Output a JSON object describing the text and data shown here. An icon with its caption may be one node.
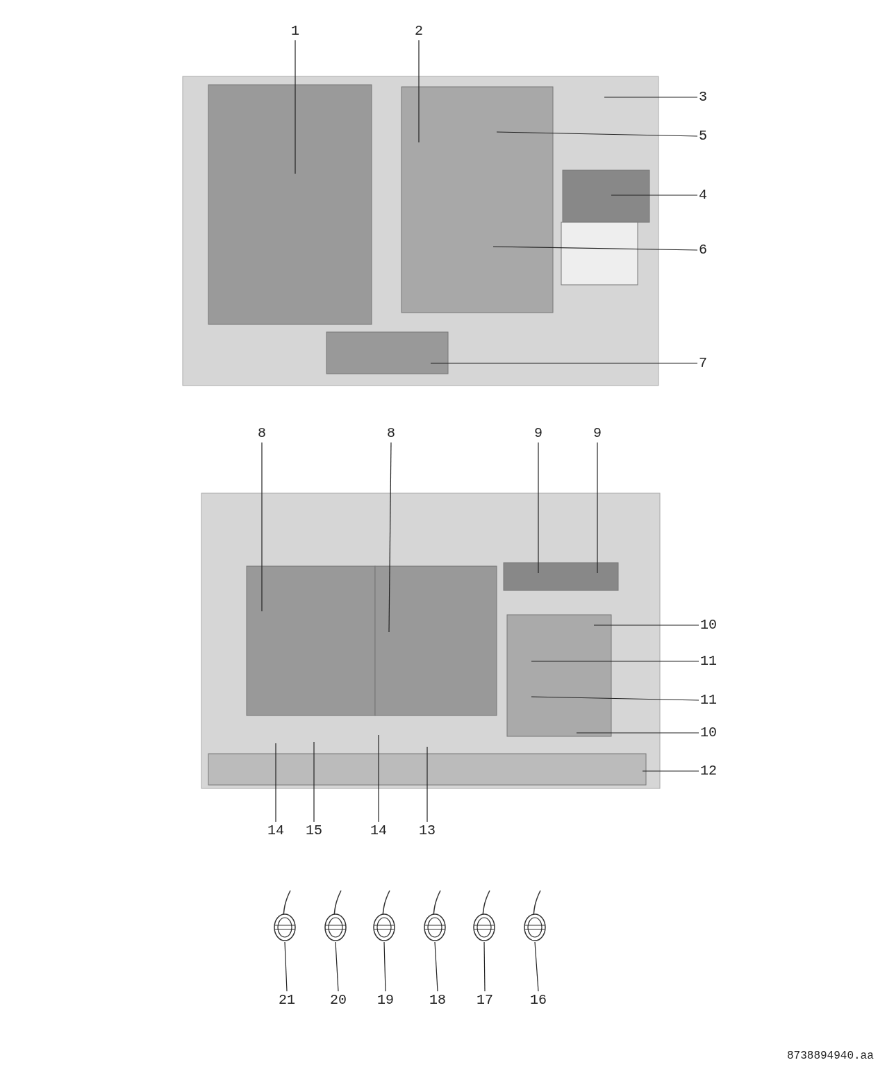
{
  "diagram": {
    "nodes": [
      {
        "text": [
          "1"
        ]
      },
      {
        "text": [
          "2"
        ]
      },
      {
        "text": [
          "3"
        ]
      },
      {
        "text": [
          "5"
        ]
      },
      {
        "text": [
          "4"
        ]
      },
      {
        "text": [
          "6"
        ]
      },
      {
        "text": [
          "7"
        ]
      },
      {
        "text": [
          "8"
        ]
      },
      {
        "text": [
          "8"
        ]
      },
      {
        "text": [
          "9"
        ]
      },
      {
        "text": [
          "9"
        ]
      },
      {
        "text": [
          "10"
        ]
      },
      {
        "text": [
          "11"
        ]
      },
      {
        "text": [
          "11"
        ]
      },
      {
        "text": [
          "10"
        ]
      },
      {
        "text": [
          "12"
        ]
      },
      {
        "text": [
          "14"
        ]
      },
      {
        "text": [
          "15"
        ]
      },
      {
        "text": [
          "14"
        ]
      },
      {
        "text": [
          "13"
        ]
      },
      {
        "text": [],
        "shape": "picture"
      },
      {
        "text": [],
        "shape": "picture"
      },
      {
        "text": [],
        "shape": "picture"
      },
      {
        "text": [],
        "shape": "picture"
      },
      {
        "text": [],
        "shape": "picture"
      },
      {
        "text": [],
        "shape": "picture"
      },
      {
        "text": [
          "21"
        ]
      },
      {
        "text": [
          "20"
        ]
      },
      {
        "text": [
          "19"
        ]
      },
      {
        "text": [
          "18"
        ]
      },
      {
        "text": [
          "17"
        ]
      },
      {
        "text": [
          "16"
        ]
      }
    ],
    "edges": [
      {
        "from": 0,
        "to": null,
        "arrow": "none"
      },
      {
        "from": 1,
        "to": null,
        "arrow": "none"
      },
      {
        "from": 2,
        "to": null,
        "arrow": "none"
      },
      {
        "from": 3,
        "to": null,
        "arrow": "none"
      },
      {
        "from": 4,
        "to": null,
        "arrow": "none"
      },
      {
        "from": 5,
        "to": null,
        "arrow": "none"
      },
      {
        "from": 6,
        "to": null,
        "arrow": "none"
      },
      {
        "from": 7,
        "to": null,
        "arrow": "none"
      },
      {
        "from": 8,
        "to": null,
        "arrow": "none"
      },
      {
        "from": 9,
        "to": null,
        "arrow": "none"
      },
      {
        "from": 10,
        "to": null,
        "arrow": "none"
      },
      {
        "from": 11,
        "to": null,
        "arrow": "none"
      },
      {
        "from": 12,
        "to": null,
        "arrow": "none"
      },
      {
        "from": 13,
        "to": null,
        "arrow": "none"
      },
      {
        "from": 14,
        "to": null,
        "arrow": "none"
      },
      {
        "from": 15,
        "to": null,
        "arrow": "none"
      },
      {
        "from": 16,
        "to": null,
        "arrow": "none"
      },
      {
        "from": 17,
        "to": null,
        "arrow": "none"
      },
      {
        "from": 18,
        "to": null,
        "arrow": "none"
      },
      {
        "from": 19,
        "to": null,
        "arrow": "none"
      },
      {
        "from": 26,
        "to": 20,
        "arrow": "none"
      },
      {
        "from": 27,
        "to": 21,
        "arrow": "none"
      },
      {
        "from": 28,
        "to": 22,
        "arrow": "none"
      },
      {
        "from": 29,
        "to": 23,
        "arrow": "none"
      },
      {
        "from": 30,
        "to": 24,
        "arrow": "none"
      },
      {
        "from": 31,
        "to": 25,
        "arrow": "none"
      }
    ],
    "labels": [
      "8738894940.aa"
    ]
  }
}
